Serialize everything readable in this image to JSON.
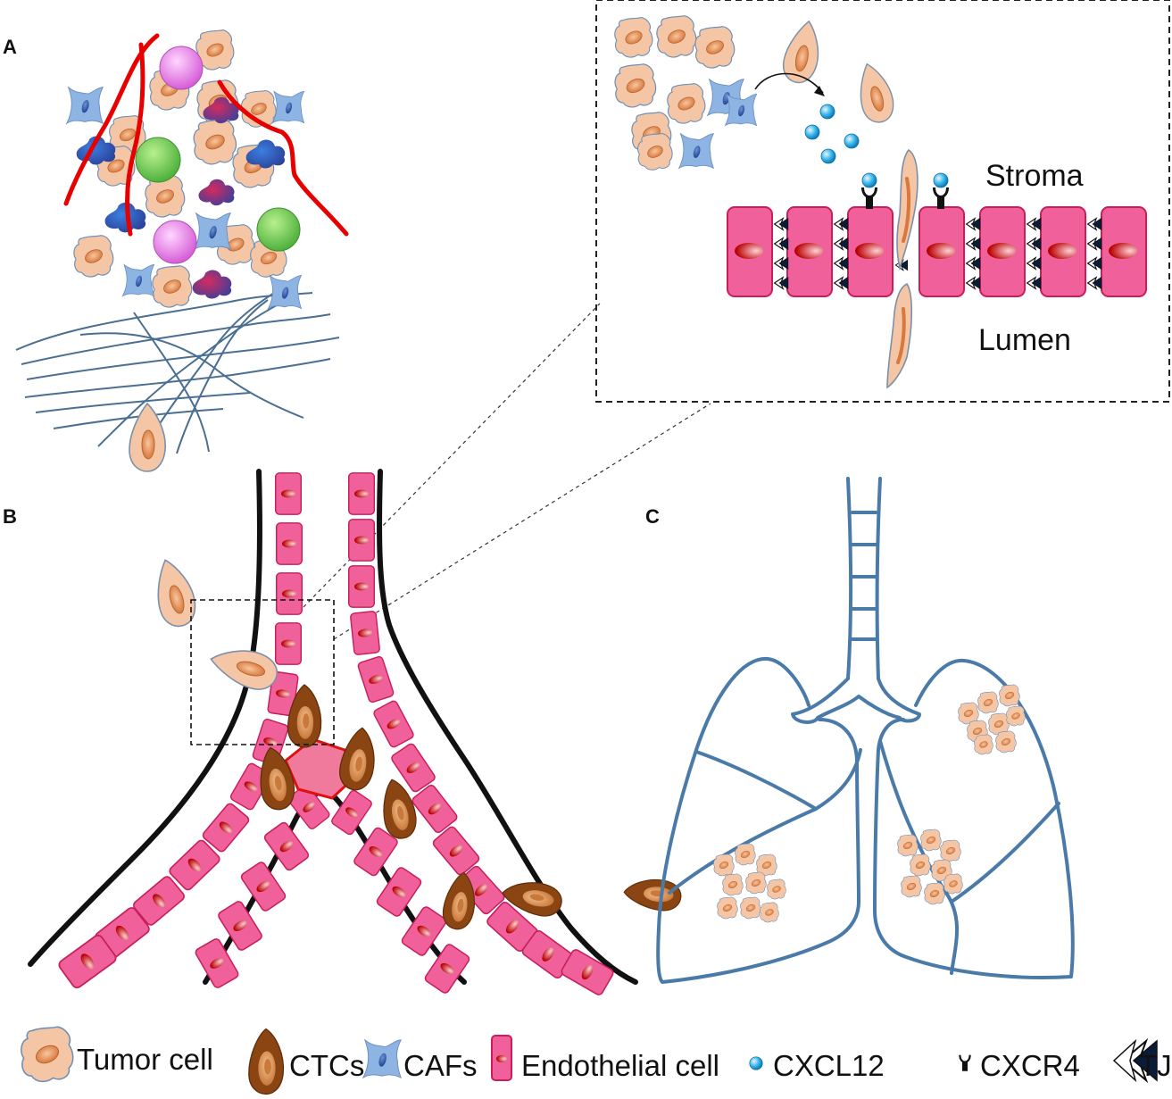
{
  "panels": {
    "a": "A",
    "b": "B",
    "c": "C"
  },
  "inset": {
    "stroma_label": "Stroma",
    "lumen_label": "Lumen"
  },
  "legend": {
    "items": [
      {
        "icon": "tumor-cell-icon",
        "label": "Tumor cell"
      },
      {
        "icon": "ctc-icon",
        "label": "CTCs"
      },
      {
        "icon": "caf-icon",
        "label": "CAFs"
      },
      {
        "icon": "endothelial-cell-icon",
        "label": "Endothelial cell"
      },
      {
        "icon": "cxcl12-icon",
        "label": "CXCL12"
      },
      {
        "icon": "cxcr4-icon",
        "label": "CXCR4"
      },
      {
        "icon": "tj-icon",
        "label": "TJ"
      }
    ]
  },
  "colors": {
    "tumor_fill": "#f5c6a5",
    "tumor_nucleus": "#e8955c",
    "tumor_edge": "#5b7fa6",
    "ctc_fill": "#8b4513",
    "ctc_inner": "#e7a56f",
    "caf_fill": "#8db4e2",
    "endothelial_fill": "#f0609a",
    "endothelial_edge": "#c81e5a",
    "endothelial_nucleus": "#c00000",
    "cxcl12": "#2aa7e0",
    "lung_outline": "#4a7aa8",
    "fiber": "#4a6f93",
    "collagen_red": "#e60000"
  }
}
